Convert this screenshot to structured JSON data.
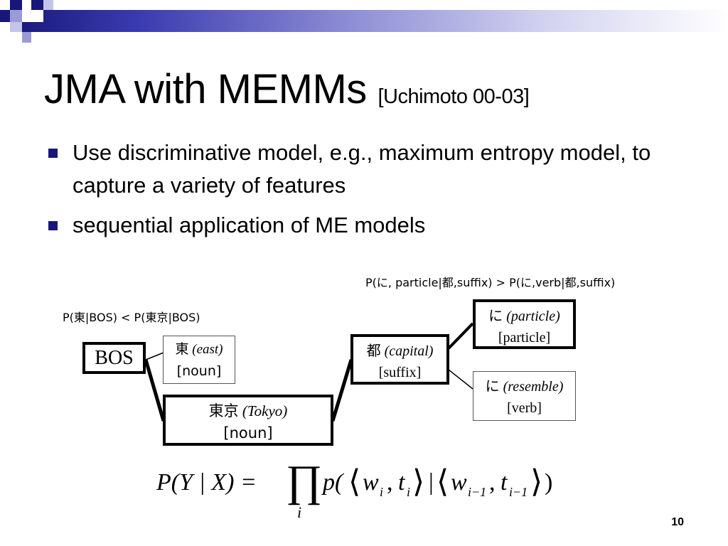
{
  "slide": {
    "title": "JMA with MEMMs",
    "citation": "[Uchimoto 00-03]",
    "bullets": [
      "Use discriminative model, e.g., maximum entropy model, to capture a variety of features",
      "sequential application of ME models"
    ],
    "page_number": "10"
  },
  "diagram": {
    "label_top_right": "P(に, particle|都,suffix) > P(に,verb|都,suffix)",
    "label_top_left": "P(東|BOS) < P(東京|BOS)",
    "nodes": {
      "bos": {
        "text": "BOS"
      },
      "east": {
        "word": "東",
        "gloss": "(east)",
        "pos": "[noun]"
      },
      "tokyo": {
        "word": "東京",
        "gloss": "(Tokyo)",
        "pos": "[noun]"
      },
      "capital": {
        "word": "都",
        "gloss": "(capital)",
        "pos": "[suffix]"
      },
      "particle": {
        "word": "に",
        "gloss": "(particle)",
        "pos": "[particle]"
      },
      "resemble": {
        "word": "に",
        "gloss": "(resemble)",
        "pos": "[verb]"
      }
    }
  },
  "formula": {
    "lhs": "P(Y | X) =",
    "product": "∏",
    "index": "i",
    "rhs_p": "p(",
    "w": "w",
    "t": "t",
    "sub_i": "i",
    "sub_im1": "i−1",
    "comma": ",",
    "bar": "|",
    "close": ")"
  }
}
